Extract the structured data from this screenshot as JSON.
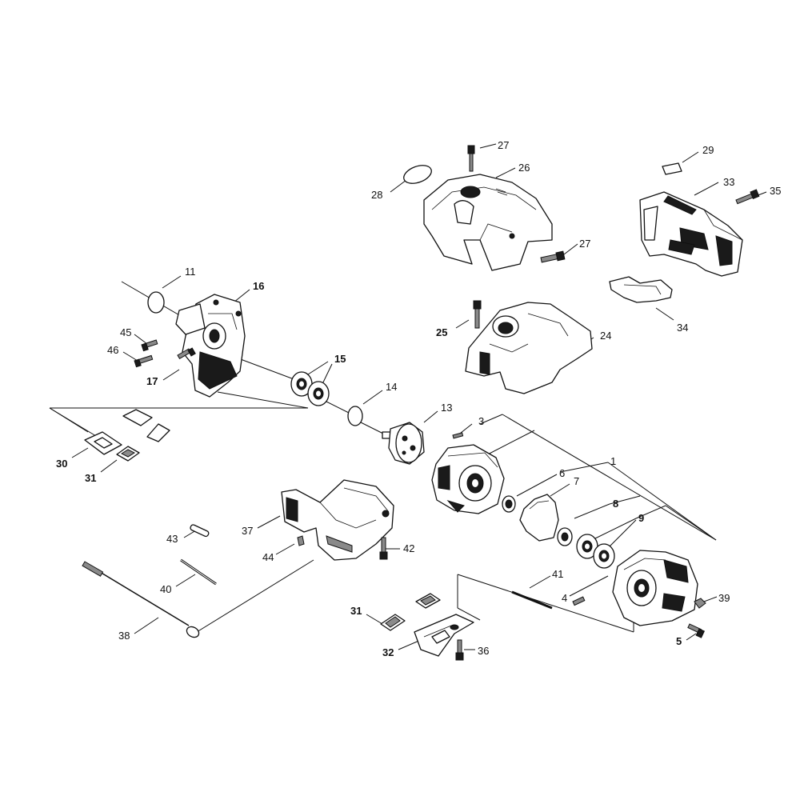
{
  "diagram": {
    "labels": {
      "p1": "1",
      "p3": "3",
      "p4": "4",
      "p5": "5",
      "p6": "6",
      "p7": "7",
      "p8": "8",
      "p9": "9",
      "p11": "11",
      "p13": "13",
      "p14": "14",
      "p15": "15",
      "p16": "16",
      "p17": "17",
      "p24": "24",
      "p25": "25",
      "p26": "26",
      "p27a": "27",
      "p27b": "27",
      "p28": "28",
      "p29": "29",
      "p30": "30",
      "p31a": "31",
      "p31b": "31",
      "p32": "32",
      "p33": "33",
      "p34": "34",
      "p35": "35",
      "p36": "36",
      "p37": "37",
      "p38": "38",
      "p39": "39",
      "p40": "40",
      "p41": "41",
      "p42": "42",
      "p43": "43",
      "p44": "44",
      "p45": "45",
      "p46": "46"
    }
  }
}
